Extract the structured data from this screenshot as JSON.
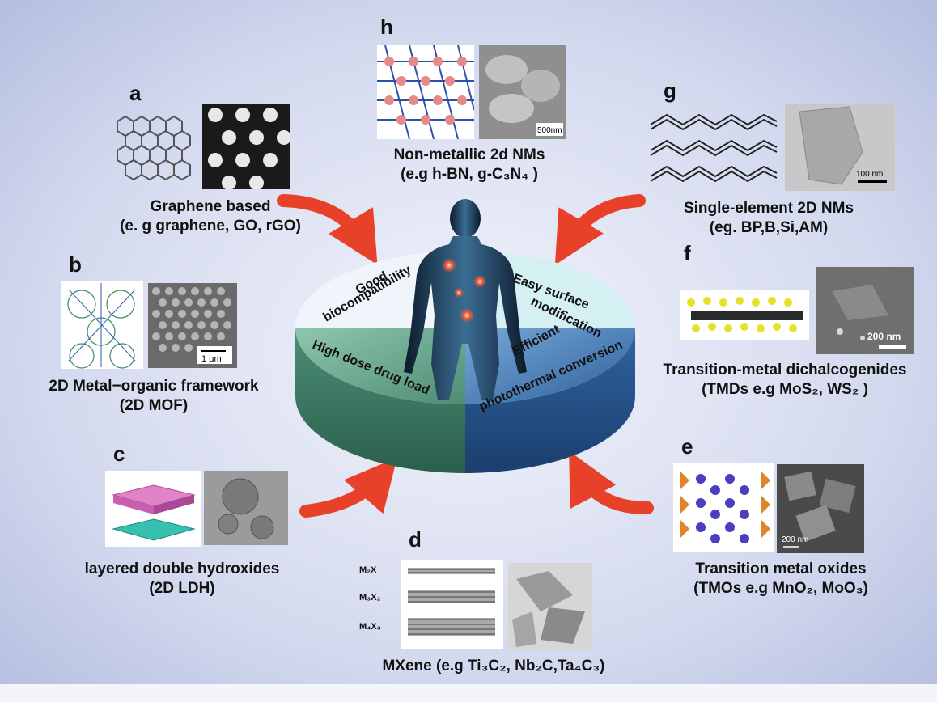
{
  "panels": {
    "a": {
      "letter": "a",
      "line1": "Graphene based",
      "line2": "(e. g graphene, GO, rGO)"
    },
    "b": {
      "letter": "b",
      "line1": "2D Metal−organic framework",
      "line2": "(2D MOF)",
      "scale": "1 μm"
    },
    "c": {
      "letter": "c",
      "line1": "layered double hydroxides",
      "line2": "(2D LDH)"
    },
    "d": {
      "letter": "d",
      "m1": "M₂X",
      "m2": "M₃X₂",
      "m3": "M₄X₃",
      "line1": "MXene (e.g Ti₃C₂, Nb₂C,Ta₄C₃)"
    },
    "e": {
      "letter": "e",
      "line1": "Transition metal oxides",
      "line2": "(TMOs e.g MnO₂, MoO₃)",
      "scale": "200 nm"
    },
    "f": {
      "letter": "f",
      "line1": "Transition-metal dichalcogenides",
      "line2": "(TMDs e.g MoS₂, WS₂ )",
      "scale": "200 nm"
    },
    "g": {
      "letter": "g",
      "line1": "Single-element 2D NMs",
      "line2": "(eg. BP,B,Si,AM)",
      "scale": "100 nm"
    },
    "h": {
      "letter": "h",
      "line1": "Non-metallic 2d NMs",
      "line2": "(e.g h-BN, g-C₃N₄ )",
      "scale": "500nm"
    }
  },
  "center": {
    "q1a": "Good",
    "q1b": "biocompatibility",
    "q2a": "Easy surface",
    "q2b": "modification",
    "q3": "High dose drug load",
    "q4a": "Efficient",
    "q4b": "photothermal conversion"
  },
  "colors": {
    "background": "#c9d1ea",
    "arrow": "#e8412a",
    "green_face": "#5e9b83",
    "blue_face": "#2f6fa8",
    "top_light": "#dff2f4"
  }
}
